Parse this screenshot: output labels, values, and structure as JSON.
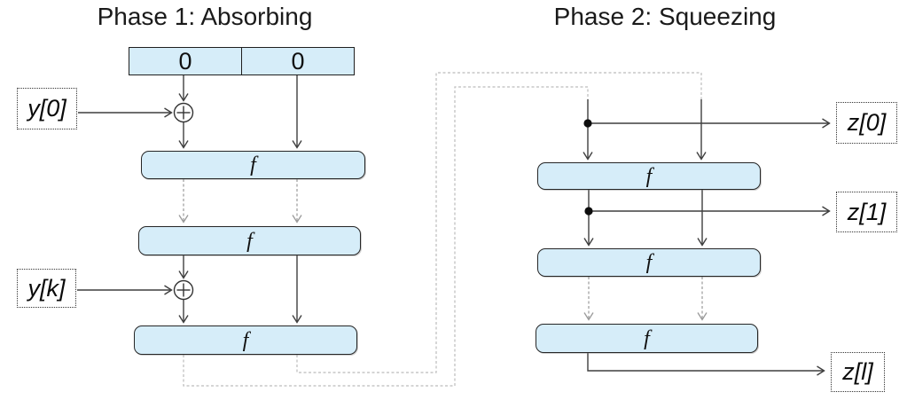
{
  "diagram": {
    "kind": "sponge-construction",
    "titles": {
      "phase1": "Phase 1: Absorbing",
      "phase2": "Phase 2: Squeezing"
    },
    "register": {
      "cells": [
        {
          "value": "0"
        },
        {
          "value": "0"
        }
      ]
    },
    "absorb": {
      "f_boxes": [
        {
          "label": "f"
        },
        {
          "label": "f"
        },
        {
          "label": "f"
        }
      ],
      "inputs": [
        {
          "label": "y[0]"
        },
        {
          "label": "y[k]"
        }
      ],
      "xor_symbol": "⊕"
    },
    "squeeze": {
      "f_boxes": [
        {
          "label": "f"
        },
        {
          "label": "f"
        },
        {
          "label": "f"
        }
      ],
      "outputs": [
        {
          "label": "z[0]"
        },
        {
          "label": "z[1]"
        },
        {
          "label": "z[l]"
        }
      ]
    },
    "colors": {
      "box_fill": "#d6edf9",
      "box_border": "#1f1f1f",
      "solid_line": "#3f3f3f",
      "dashed_line_gray": "#9a9a9a",
      "connector_gray": "#bcbcbc"
    }
  }
}
